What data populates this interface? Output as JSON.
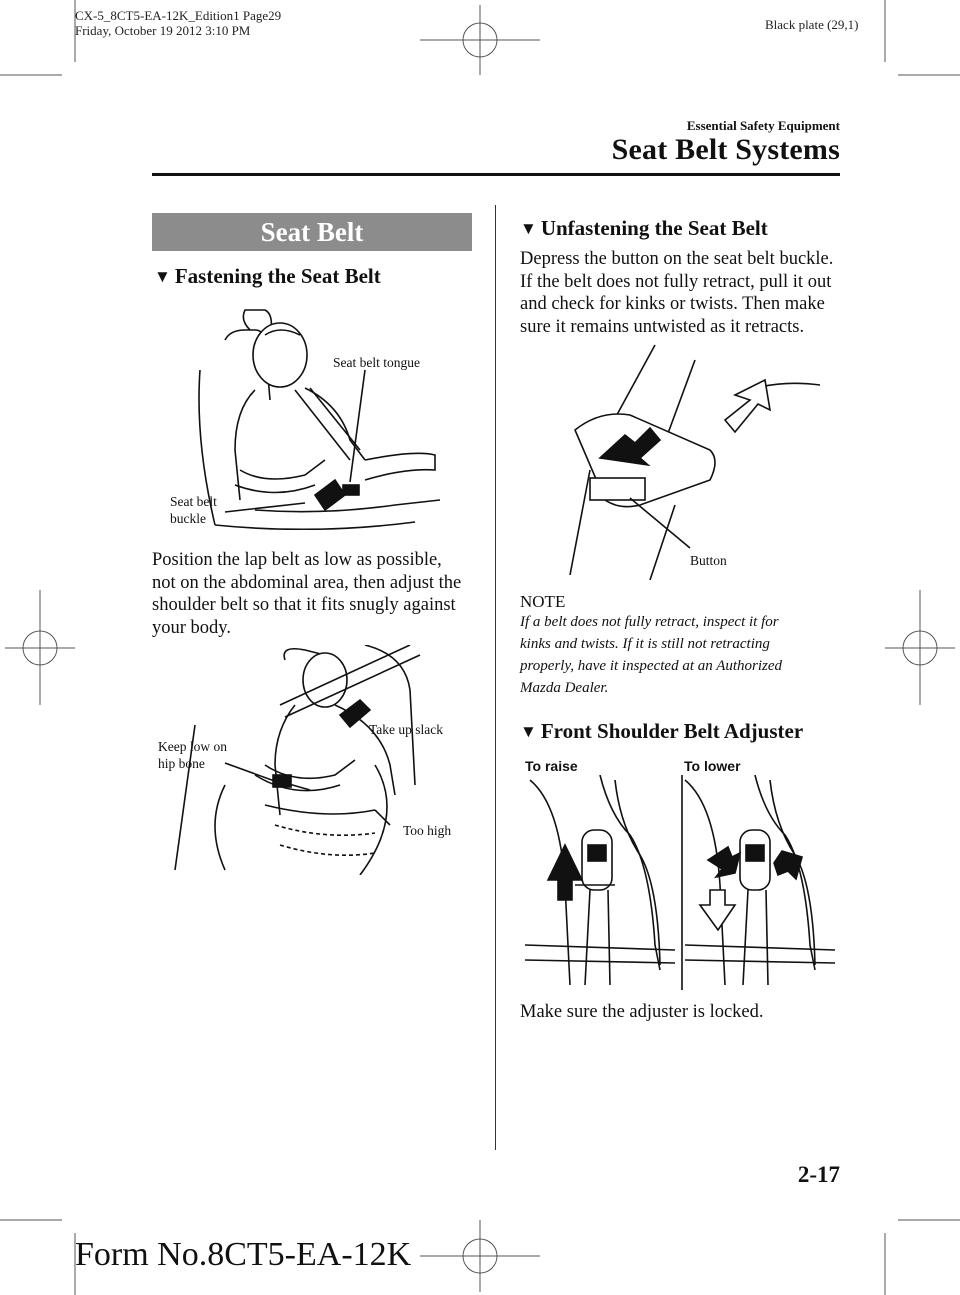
{
  "header": {
    "file_line": "CX-5_8CT5-EA-12K_Edition1 Page29",
    "date_line": "Friday, October 19 2012 3:10 PM",
    "plate": "Black plate (29,1)",
    "section_small": "Essential Safety Equipment",
    "section_big": "Seat Belt Systems"
  },
  "left": {
    "banner": "Seat Belt",
    "fasten_heading": "Fastening the Seat Belt",
    "fig1": {
      "tongue_label": "Seat belt tongue",
      "buckle_label_1": "Seat belt",
      "buckle_label_2": "buckle"
    },
    "para": [
      "Position the lap belt as low as possible,",
      "not on the abdominal area, then adjust the",
      "shoulder belt so that it fits snugly against",
      "your body."
    ],
    "fig2": {
      "keep_low_1": "Keep low on",
      "keep_low_2": "hip bone",
      "slack": "Take up slack",
      "too_high": "Too high"
    }
  },
  "right": {
    "unfasten_heading": "Unfastening the Seat Belt",
    "para": [
      "Depress the button on the seat belt buckle.",
      "If the belt does not fully retract, pull it out",
      "and check for kinks or twists. Then make",
      "sure it remains untwisted as it retracts."
    ],
    "fig3": {
      "button_label": "Button"
    },
    "note_title": "NOTE",
    "note_lines": [
      "If a belt does not fully retract, inspect it for",
      "kinks and twists. If it is still not retracting",
      "properly, have it inspected at an Authorized",
      "Mazda Dealer."
    ],
    "adjuster_heading": "Front Shoulder Belt Adjuster",
    "fig4": {
      "raise": "To raise",
      "lower": "To lower"
    },
    "locked": "Make sure the adjuster is locked."
  },
  "footer": {
    "page_number": "2-17",
    "form_number": "Form No.8CT5-EA-12K"
  }
}
